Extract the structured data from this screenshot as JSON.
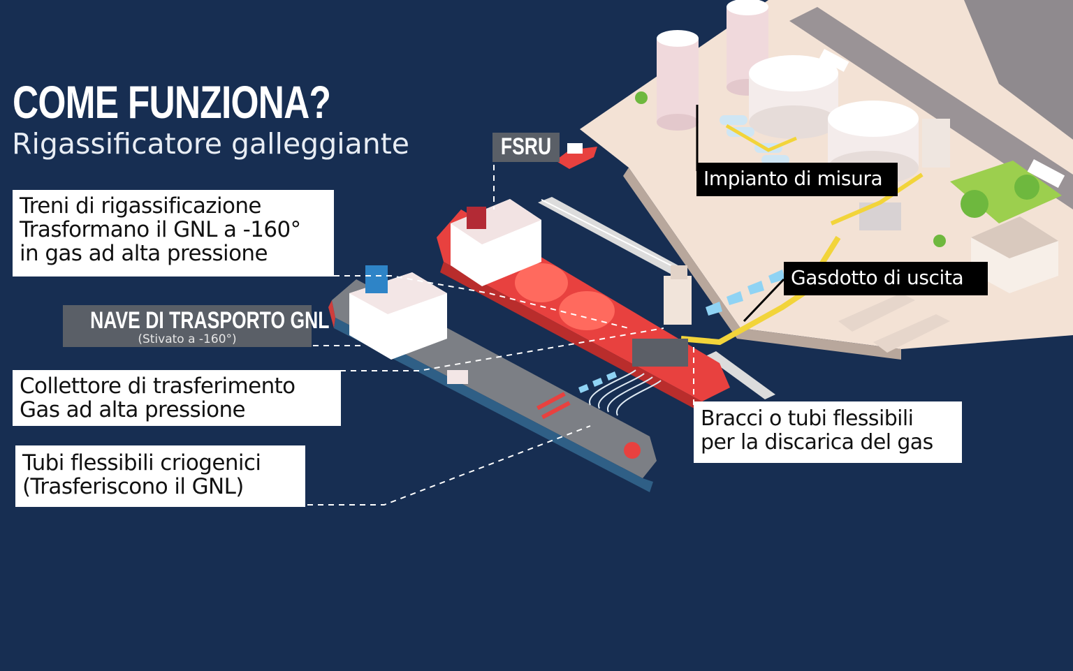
{
  "header": {
    "title": "COME FUNZIONA?",
    "subtitle": "Rigassificatore galleggiante"
  },
  "labels": {
    "treni": [
      "Treni di rigassificazione",
      "Trasformano il GNL a -160°",
      "in gas ad alta pressione"
    ],
    "nave_title": "NAVE DI TRASPORTO GNL",
    "nave_sub": "(Stivato a -160°)",
    "collettore": [
      "Collettore di trasferimento",
      "Gas ad alta pressione"
    ],
    "tubi": [
      "Tubi  flessibili criogenici",
      "(Trasferiscono il GNL)"
    ],
    "fsru": "FSRU",
    "impianto": "Impianto di misura",
    "gasdotto": "Gasdotto di uscita",
    "bracci": [
      "Bracci o tubi flessibili",
      "per la discarica del gas"
    ]
  },
  "colors": {
    "background": "#172e52",
    "fsru_ship": "#e8413f",
    "lng_carrier_hull": "#2f5f86",
    "arrows": "#8fd3f4",
    "pipeline": "#f2d43a"
  }
}
